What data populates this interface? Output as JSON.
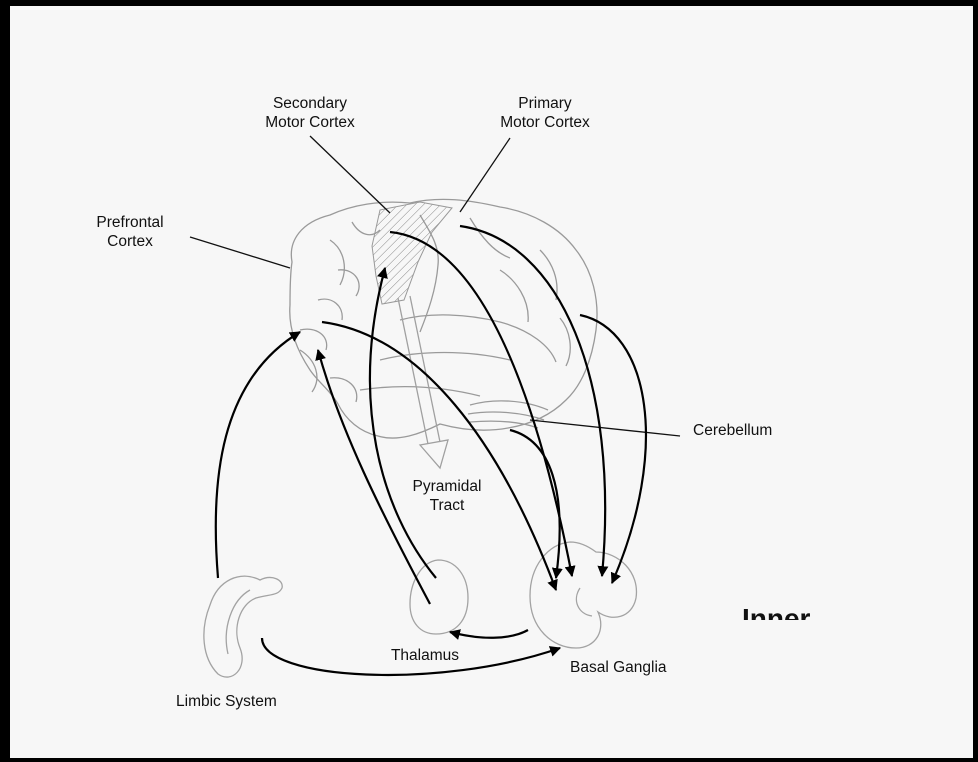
{
  "labels": {
    "secondary_motor": [
      "Secondary",
      "Motor Cortex"
    ],
    "primary_motor": [
      "Primary",
      "Motor Cortex"
    ],
    "prefrontal": [
      "Prefrontal",
      "Cortex"
    ],
    "cerebellum": "Cerebellum",
    "pyramidal": [
      "Pyramidal",
      "Tract"
    ],
    "thalamus": "Thalamus",
    "basal_ganglia": "Basal Ganglia",
    "limbic": "Limbic System",
    "inner": "Inner"
  }
}
